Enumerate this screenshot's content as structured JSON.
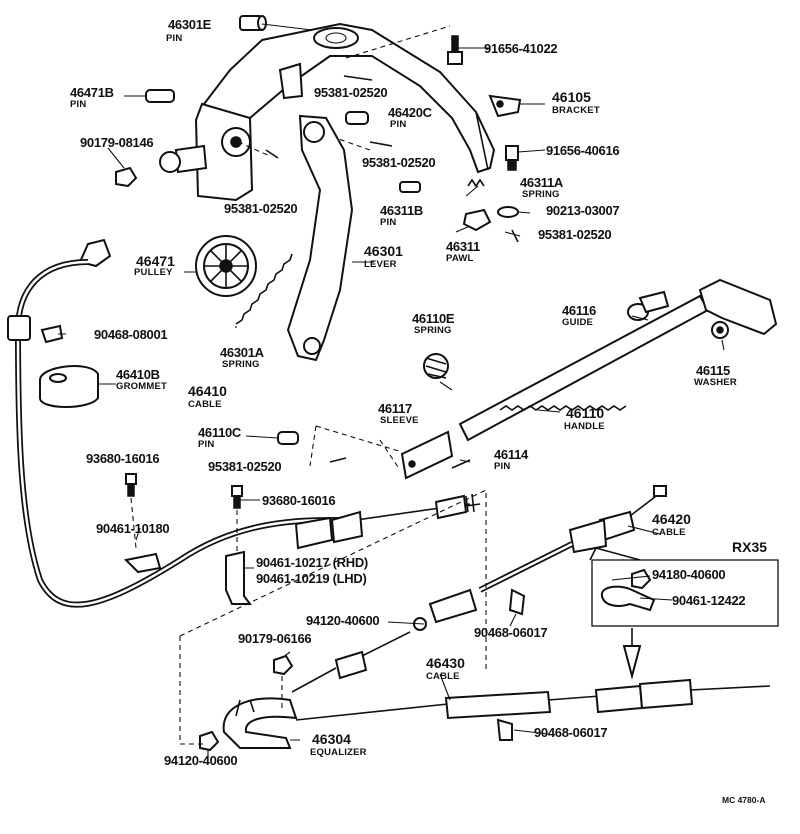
{
  "parts": [
    {
      "id": "p46301E",
      "part_no": "46301E",
      "name": "PIN"
    },
    {
      "id": "p91656_41022",
      "part_no": "91656-41022",
      "name": ""
    },
    {
      "id": "p46471B",
      "part_no": "46471B",
      "name": "PIN"
    },
    {
      "id": "p95381_02520a",
      "part_no": "95381-02520",
      "name": ""
    },
    {
      "id": "p46105",
      "part_no": "46105",
      "name": "BRACKET"
    },
    {
      "id": "p46420C",
      "part_no": "46420C",
      "name": "PIN"
    },
    {
      "id": "p90179_08146",
      "part_no": "90179-08146",
      "name": ""
    },
    {
      "id": "p91656_40616",
      "part_no": "91656-40616",
      "name": ""
    },
    {
      "id": "p95381_02520b",
      "part_no": "95381-02520",
      "name": ""
    },
    {
      "id": "p46311A",
      "part_no": "46311A",
      "name": "SPRING"
    },
    {
      "id": "p46311B",
      "part_no": "46311B",
      "name": "PIN"
    },
    {
      "id": "p90213_03007",
      "part_no": "90213-03007",
      "name": ""
    },
    {
      "id": "p95381_02520c",
      "part_no": "95381-02520",
      "name": ""
    },
    {
      "id": "p95381_02520d",
      "part_no": "95381-02520",
      "name": ""
    },
    {
      "id": "p46311",
      "part_no": "46311",
      "name": "PAWL"
    },
    {
      "id": "p46471",
      "part_no": "46471",
      "name": "PULLEY"
    },
    {
      "id": "p46301",
      "part_no": "46301",
      "name": "LEVER"
    },
    {
      "id": "p46116",
      "part_no": "46116",
      "name": "GUIDE"
    },
    {
      "id": "p90468_08001",
      "part_no": "90468-08001",
      "name": ""
    },
    {
      "id": "p46110E",
      "part_no": "46110E",
      "name": "SPRING"
    },
    {
      "id": "p46301A",
      "part_no": "46301A",
      "name": "SPRING"
    },
    {
      "id": "p46115",
      "part_no": "46115",
      "name": "WASHER"
    },
    {
      "id": "p46410B",
      "part_no": "46410B",
      "name": "GROMMET"
    },
    {
      "id": "p46410",
      "part_no": "46410",
      "name": "CABLE"
    },
    {
      "id": "p46117",
      "part_no": "46117",
      "name": "SLEEVE"
    },
    {
      "id": "p46110",
      "part_no": "46110",
      "name": "HANDLE"
    },
    {
      "id": "p46110C",
      "part_no": "46110C",
      "name": "PIN"
    },
    {
      "id": "p93680_16016a",
      "part_no": "93680-16016",
      "name": ""
    },
    {
      "id": "p95381_02520e",
      "part_no": "95381-02520",
      "name": ""
    },
    {
      "id": "p46114",
      "part_no": "46114",
      "name": "PIN"
    },
    {
      "id": "p93680_16016b",
      "part_no": "93680-16016",
      "name": ""
    },
    {
      "id": "p90461_10180",
      "part_no": "90461-10180",
      "name": ""
    },
    {
      "id": "p46420",
      "part_no": "46420",
      "name": "CABLE"
    },
    {
      "id": "p90461_10217",
      "part_no": "90461-10217 (RHD)",
      "name": ""
    },
    {
      "id": "p90461_10219",
      "part_no": "90461-10219 (LHD)",
      "name": ""
    },
    {
      "id": "p94180_40600",
      "part_no": "94180-40600",
      "name": ""
    },
    {
      "id": "p90461_12422",
      "part_no": "90461-12422",
      "name": ""
    },
    {
      "id": "p94120_40600a",
      "part_no": "94120-40600",
      "name": ""
    },
    {
      "id": "p90468_06017a",
      "part_no": "90468-06017",
      "name": ""
    },
    {
      "id": "p90179_06166",
      "part_no": "90179-06166",
      "name": ""
    },
    {
      "id": "p46430",
      "part_no": "46430",
      "name": "CABLE"
    },
    {
      "id": "p46304",
      "part_no": "46304",
      "name": "EQUALIZER"
    },
    {
      "id": "p90468_06017b",
      "part_no": "90468-06017",
      "name": ""
    },
    {
      "id": "p94120_40600b",
      "part_no": "94120-40600",
      "name": ""
    }
  ],
  "variant_box": {
    "label": "RX35"
  },
  "footer": {
    "code": "MC 4780-A"
  }
}
